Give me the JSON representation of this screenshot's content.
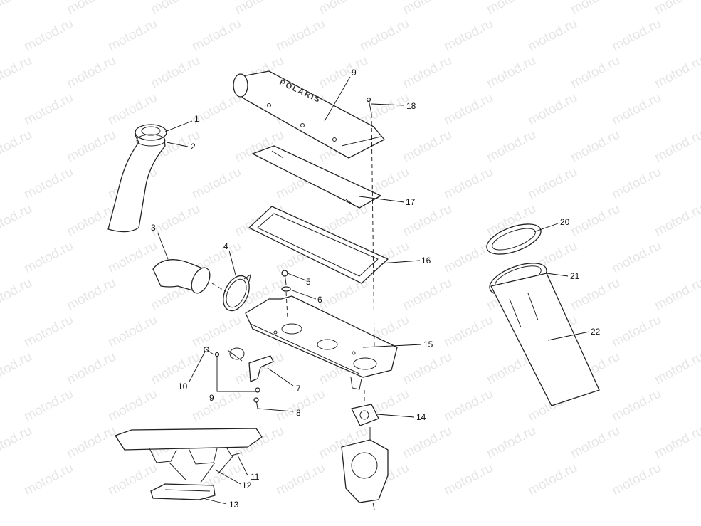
{
  "watermark": "motod.ru",
  "brand_mark": "POLARIS",
  "callouts": [
    {
      "id": "1",
      "label": "1"
    },
    {
      "id": "2",
      "label": "2"
    },
    {
      "id": "3",
      "label": "3"
    },
    {
      "id": "4",
      "label": "4"
    },
    {
      "id": "5",
      "label": "5"
    },
    {
      "id": "6",
      "label": "6"
    },
    {
      "id": "7",
      "label": "7"
    },
    {
      "id": "8",
      "label": "8"
    },
    {
      "id": "9a",
      "label": "9"
    },
    {
      "id": "9b",
      "label": "9"
    },
    {
      "id": "10",
      "label": "10"
    },
    {
      "id": "11",
      "label": "11"
    },
    {
      "id": "12",
      "label": "12"
    },
    {
      "id": "13",
      "label": "13"
    },
    {
      "id": "14",
      "label": "14"
    },
    {
      "id": "15",
      "label": "15"
    },
    {
      "id": "16",
      "label": "16"
    },
    {
      "id": "17",
      "label": "17"
    },
    {
      "id": "18",
      "label": "18"
    },
    {
      "id": "20",
      "label": "20"
    },
    {
      "id": "21",
      "label": "21"
    },
    {
      "id": "22",
      "label": "22"
    }
  ]
}
